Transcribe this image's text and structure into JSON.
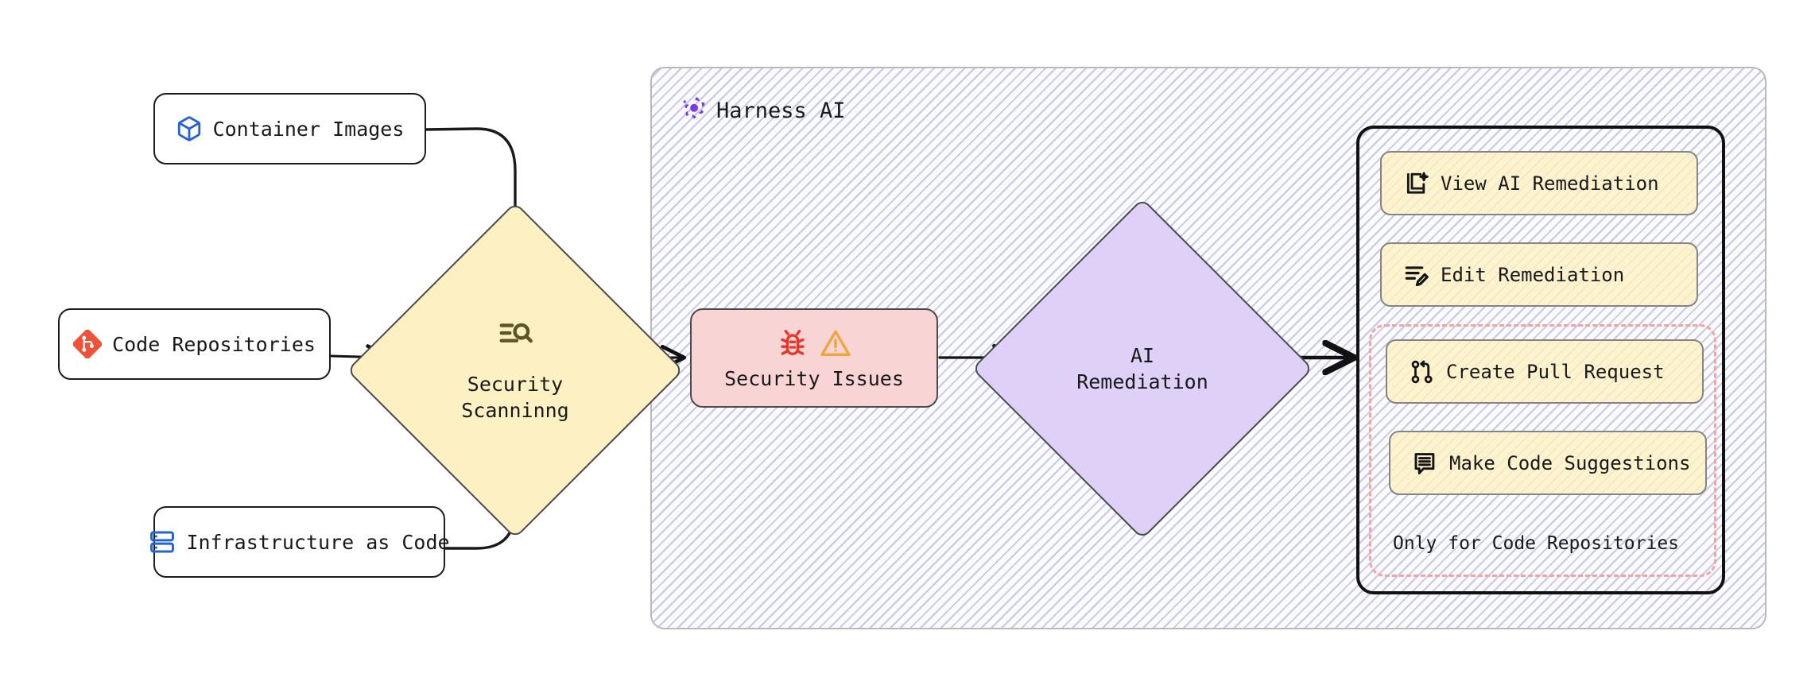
{
  "diagram": {
    "title": "Harness AI security scanning and remediation flow",
    "type": "flowchart"
  },
  "sources": [
    {
      "id": "container-images",
      "label": "Container Images",
      "icon": "cube-icon",
      "icon_color": "#2563d4"
    },
    {
      "id": "code-repositories",
      "label": "Code Repositories",
      "icon": "git-icon",
      "icon_color": "#ee5239"
    },
    {
      "id": "infrastructure-as-code",
      "label": "Infrastructure as Code",
      "icon": "server-stack-icon",
      "icon_color": "#2563d4"
    }
  ],
  "scanning": {
    "label_line1": "Security",
    "label_line2": "Scanninng",
    "icon": "text-search-icon",
    "fill": "#fdf0c2"
  },
  "harness": {
    "title": "Harness AI",
    "logo_icon": "harness-pinwheel-icon",
    "logo_color": "#5c2bd9"
  },
  "issues": {
    "label": "Security Issues",
    "icons": [
      "bug-icon",
      "warning-triangle-icon"
    ],
    "bug_color": "#e8342a",
    "warning_color": "#eda53c",
    "fill": "#f9d4d4"
  },
  "remediation": {
    "label_line1": "AI",
    "label_line2": "Remediation",
    "fill": "#dfd0f7"
  },
  "actions": [
    {
      "id": "view-ai-remediation",
      "label": "View AI Remediation",
      "icon": "document-sparkle-icon"
    },
    {
      "id": "edit-remediation",
      "label": "Edit Remediation",
      "icon": "lines-pencil-icon"
    },
    {
      "id": "create-pull-request",
      "label": "Create Pull Request",
      "icon": "git-pull-request-icon"
    },
    {
      "id": "make-code-suggestions",
      "label": "Make Code Suggestions",
      "icon": "comment-lines-icon"
    }
  ],
  "repo_only_group": {
    "label": "Only for Code Repositories",
    "border_color": "#f4a49a",
    "members": [
      "create-pull-request",
      "make-code-suggestions"
    ]
  },
  "colors": {
    "node_border": "#1c1c1c",
    "shape_border": "#4a4a4a",
    "action_fill": "#fdf0c2",
    "action_border": "#848484",
    "subgraph_border": "#b9b9b9",
    "hatch_line": "#bebeeb",
    "arrow": "#121212"
  }
}
